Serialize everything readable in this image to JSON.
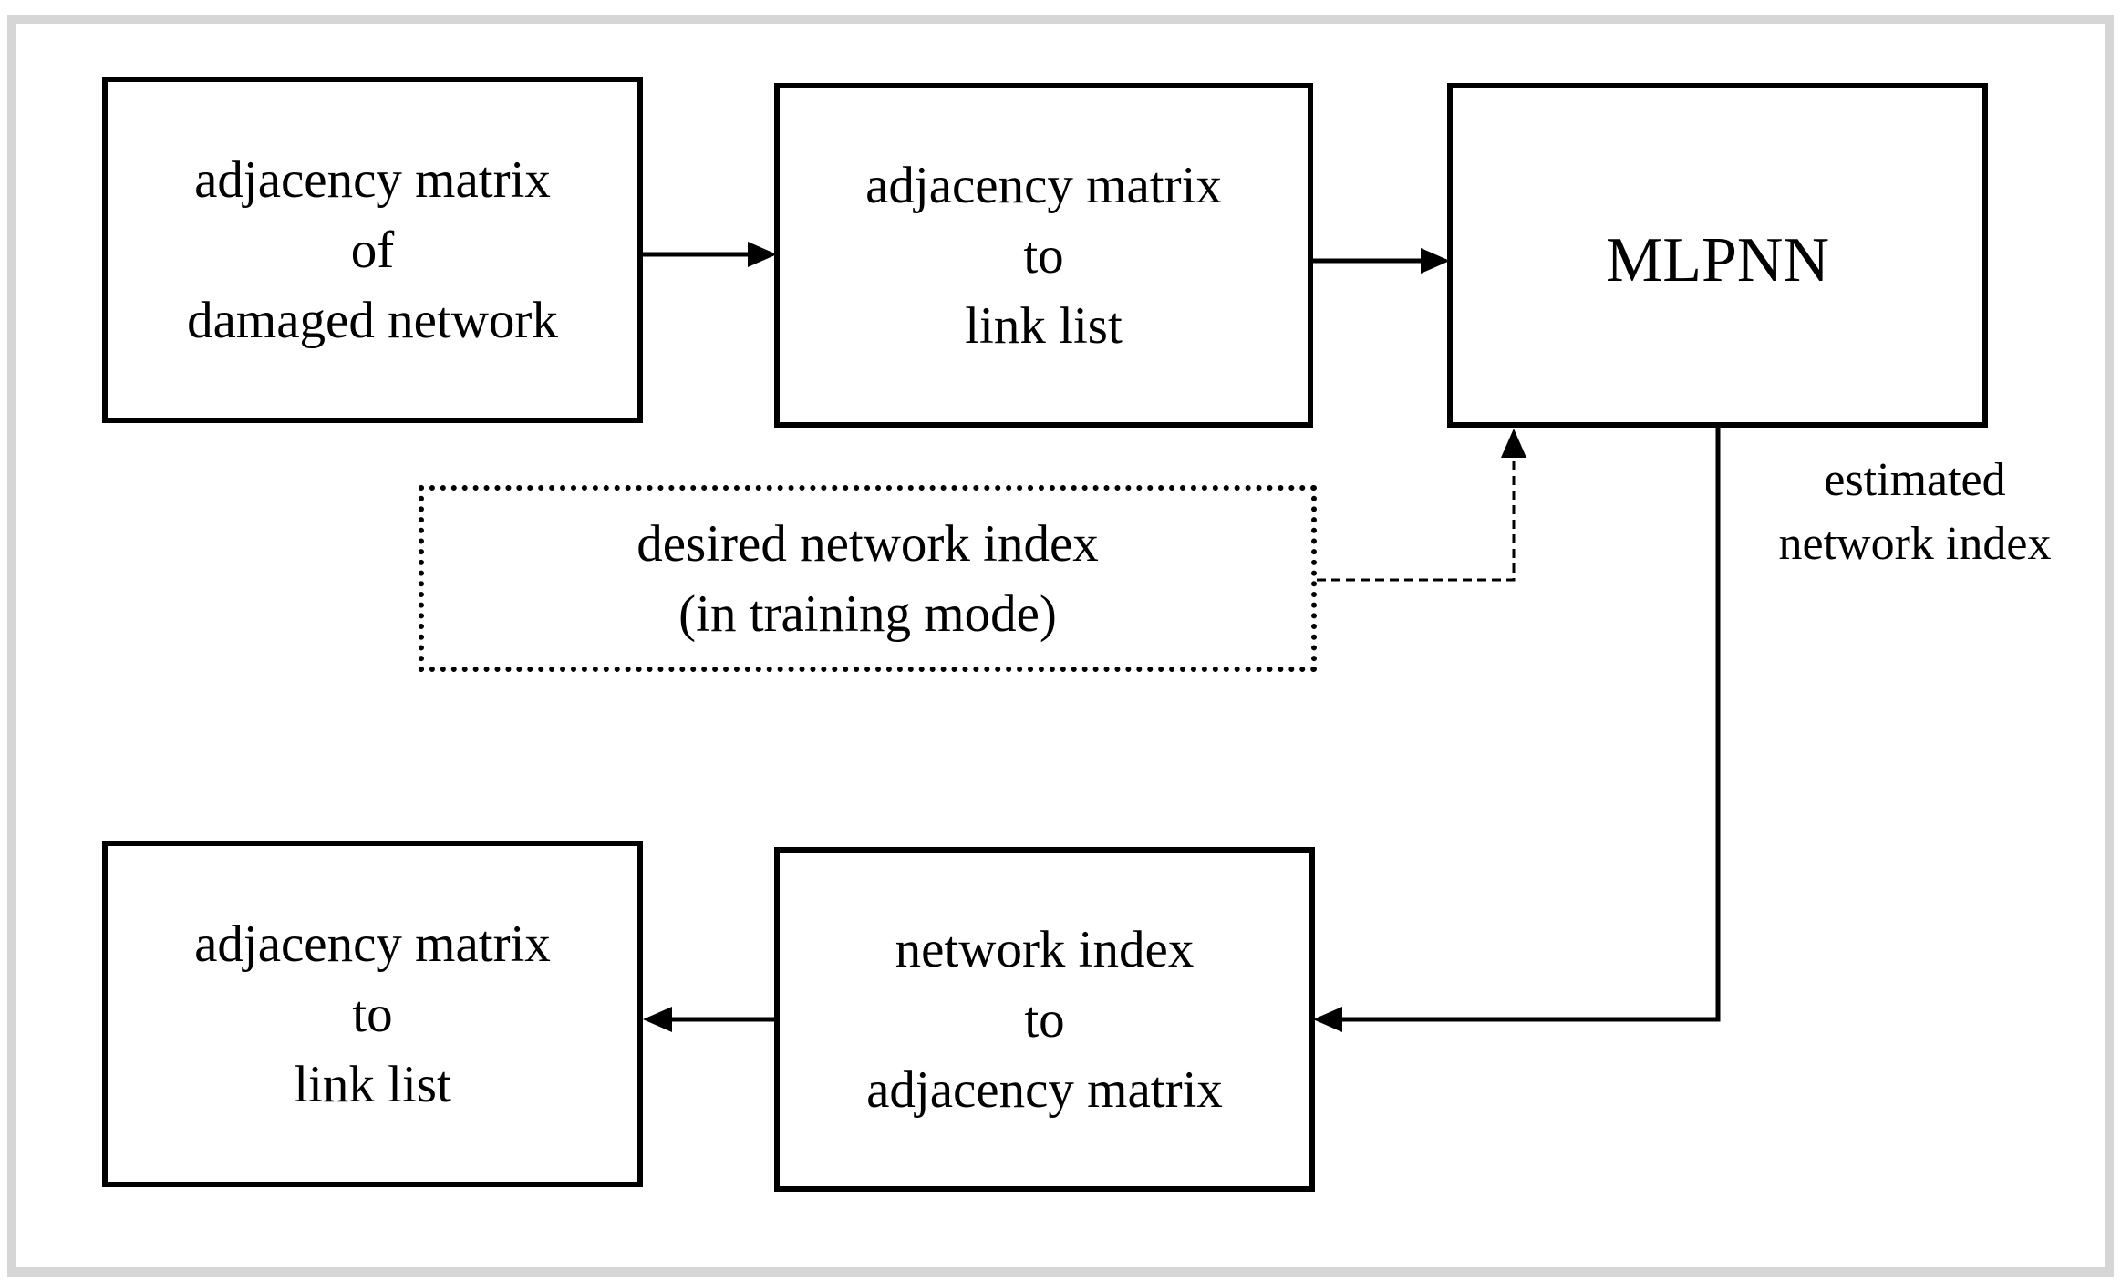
{
  "nodes": {
    "adjacency_damaged": {
      "lines": [
        "adjacency matrix",
        "of",
        "damaged network"
      ]
    },
    "adjacency_to_link_top": {
      "lines": [
        "adjacency matrix",
        "to",
        "link list"
      ]
    },
    "mlpnn": {
      "lines": [
        "MLPNN"
      ]
    },
    "desired_index": {
      "lines": [
        "desired network index",
        "(in training mode)"
      ]
    },
    "index_to_adjacency": {
      "lines": [
        "network index",
        "to",
        "adjacency matrix"
      ]
    },
    "adjacency_to_link_bottom": {
      "lines": [
        "adjacency matrix",
        "to",
        "link list"
      ]
    }
  },
  "edges": {
    "estimated_label": {
      "lines": [
        "estimated",
        "network index"
      ]
    },
    "style": {
      "stroke": "#000000",
      "dashed_stroke": "#000000"
    }
  },
  "frame": {
    "border_color": "#d6d6d6",
    "background": "#ffffff"
  }
}
